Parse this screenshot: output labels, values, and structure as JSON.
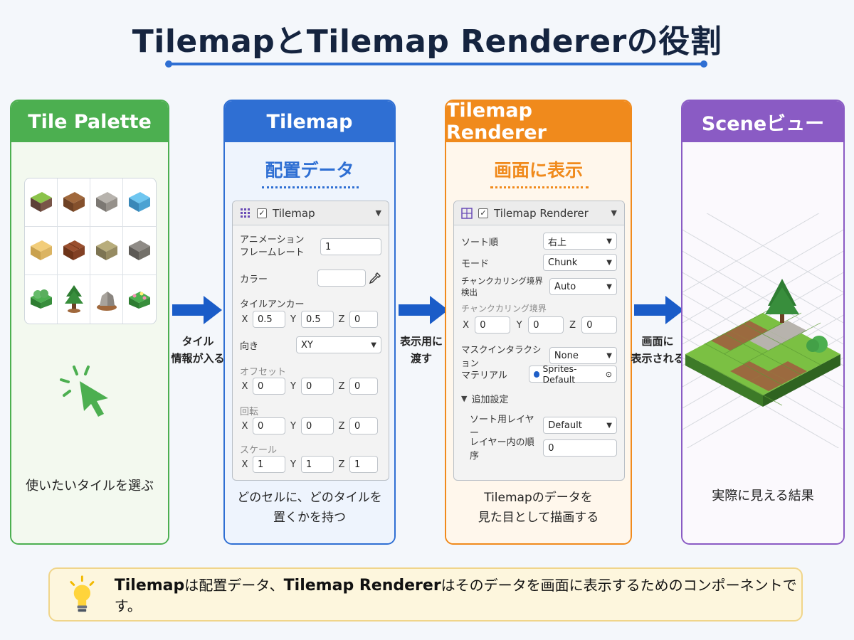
{
  "title": "TilemapとTilemap Rendererの役割",
  "colors": {
    "palette": "#4caf50",
    "tilemap": "#2f6fd3",
    "renderer": "#f08a1c",
    "scene": "#8a5bc4",
    "arrow": "#1a5cc8"
  },
  "palette": {
    "header": "Tile Palette",
    "tiles": [
      "grass",
      "dirt",
      "stone",
      "water",
      "sand",
      "brick",
      "moss-stone",
      "dark-stone",
      "bush",
      "tree",
      "rock",
      "flower-bush"
    ],
    "caption": "使いたいタイルを選ぶ",
    "cursor_icon": "cursor-click-icon"
  },
  "arrow1": {
    "line1": "タイル",
    "line2": "情報が入る"
  },
  "tilemap": {
    "header": "Tilemap",
    "subtitle": "配置データ",
    "component": "Tilemap",
    "anim_label1": "アニメーション",
    "anim_label2": "フレームレート",
    "anim_value": "1",
    "color_label": "カラー",
    "anchor_label": "タイルアンカー",
    "anchor": {
      "x": "0.5",
      "y": "0.5",
      "z": "0"
    },
    "orientation_label": "向き",
    "orientation_value": "XY",
    "offset_label": "オフセット",
    "offset": {
      "x": "0",
      "y": "0",
      "z": "0"
    },
    "rotation_label": "回転",
    "rotation": {
      "x": "0",
      "y": "0",
      "z": "0"
    },
    "scale_label": "スケール",
    "scale": {
      "x": "1",
      "y": "1",
      "z": "1"
    },
    "caption1": "どのセルに、どのタイルを",
    "caption2": "置くかを持つ"
  },
  "arrow2": {
    "line1": "表示用に",
    "line2": "渡す"
  },
  "renderer": {
    "header": "Tilemap Renderer",
    "subtitle": "画面に表示",
    "component": "Tilemap Renderer",
    "sort_label": "ソート順",
    "sort_value": "右上",
    "mode_label": "モード",
    "mode_value": "Chunk",
    "culling_label": "チャンクカリング境界検出",
    "culling_value": "Auto",
    "bounds_label": "チャンクカリング境界",
    "bounds": {
      "x": "0",
      "y": "0",
      "z": "0"
    },
    "mask_label": "マスクインタラクション",
    "mask_value": "None",
    "material_label": "マテリアル",
    "material_value": "Sprites-Default",
    "extra_label": "追加設定",
    "sorting_layer_label": "ソート用レイヤー",
    "sorting_layer_value": "Default",
    "order_label": "レイヤー内の順序",
    "order_value": "0",
    "caption1": "Tilemapのデータを",
    "caption2": "見た目として描画する"
  },
  "arrow3": {
    "line1": "画面に",
    "line2": "表示される"
  },
  "scene": {
    "header": "Sceneビュー",
    "caption": "実際に見える結果"
  },
  "axis_labels": {
    "x": "X",
    "y": "Y",
    "z": "Z"
  },
  "note": {
    "icon": "lightbulb-icon",
    "strong1": "Tilemap",
    "text1": "は配置データ、",
    "strong2": "Tilemap Renderer",
    "text2": "はそのデータを画面に表示するためのコンポーネントです。"
  }
}
